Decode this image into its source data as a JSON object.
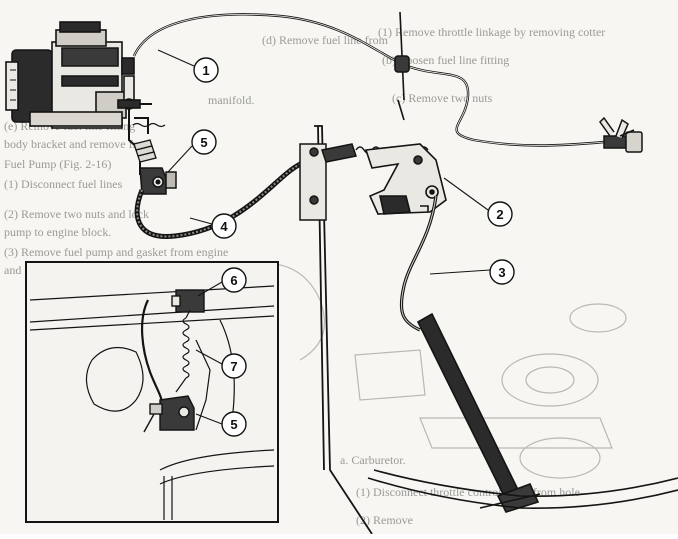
{
  "callouts": [
    {
      "id": "c1",
      "label": "1"
    },
    {
      "id": "c2",
      "label": "2"
    },
    {
      "id": "c3",
      "label": "3"
    },
    {
      "id": "c4",
      "label": "4"
    },
    {
      "id": "c5",
      "label": "5"
    },
    {
      "id": "c6",
      "label": "6"
    },
    {
      "id": "c7",
      "label": "7"
    },
    {
      "id": "c5b",
      "label": "5"
    }
  ],
  "bleed_text": [
    "(1) Remove throttle linkage by removing cotter",
    "(b) Loosen fuel line fitting",
    "(c) Remove two nuts",
    "(d) Remove fuel line from",
    "manifold.",
    "(e) Remove fuel line fitting",
    "body bracket and remove from",
    "Fuel Pump (Fig. 2-16)",
    "(1) Disconnect fuel lines",
    "(2) Remove two nuts and lock",
    "pump to engine block.",
    "(3) Remove fuel pump and gasket from engine",
    "and gasket.",
    "a. Carburetor.",
    "(1) Disconnect throttle control cable from hole",
    "(2) Remove"
  ],
  "colors": {
    "paper": "#f7f6f2",
    "ink": "#141414",
    "bleed": "#9a9a96"
  }
}
